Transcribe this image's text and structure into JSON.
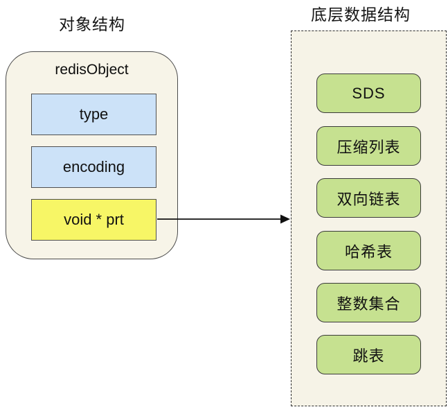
{
  "diagram": {
    "left": {
      "title": "对象结构",
      "container_label": "redisObject",
      "fields": [
        {
          "label": "type"
        },
        {
          "label": "encoding"
        },
        {
          "label": "void * prt"
        }
      ]
    },
    "right": {
      "title": "底层数据结构",
      "structures": [
        "SDS",
        "压缩列表",
        "双向链表",
        "哈希表",
        "整数集合",
        "跳表"
      ]
    },
    "colors": {
      "container_bg": "#F7F4E8",
      "field_blue": "#CCE2F8",
      "field_yellow": "#F7F666",
      "structure_green": "#C6E190",
      "border_dark": "#3a3a3a"
    }
  }
}
